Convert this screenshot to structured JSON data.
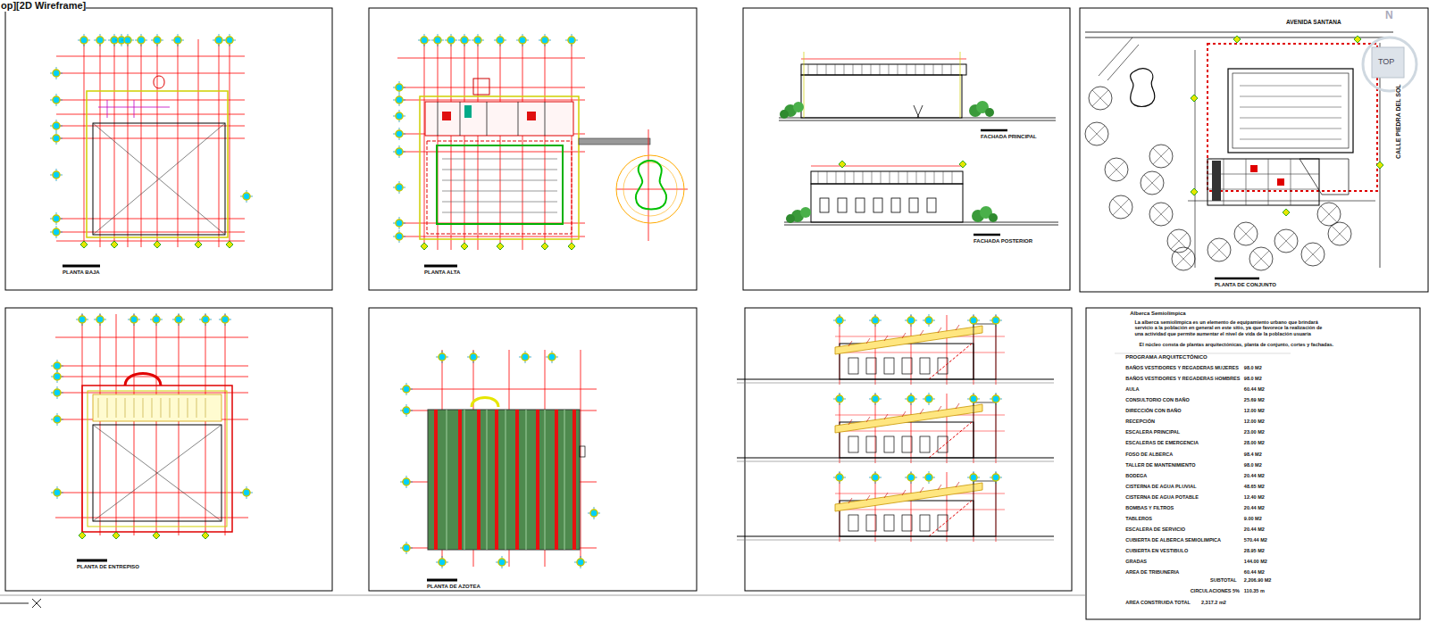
{
  "diagram": {
    "labels": [
      "op][2D Wireframe]",
      "AVENIDA SANTANA",
      "CALLE PIEDRA DEL SOL",
      "N",
      "TOP",
      "PLANTA BAJA",
      "PLANTA ALTA",
      "FACHADA PRINCIPAL",
      "FACHADA POSTERIOR",
      "PLANTA DE CONJUNTO",
      "PLANTA DE ENTREPISO",
      "PLANTA DE AZOTEA",
      "Alberca Semiolímpica",
      "La alberca semiolímpica es un elemento de equipamiento urbano que brindará servicio a la población en general en este sitio, ya que favorece la realización de una actividad que permite aumentar el nivel de vida de la población usuaria",
      "El núcleo consta de plantas arquitectónicas, planta de conjunto, cortes y fachadas.",
      "PROGRAMA ARQUITECTÓNICO",
      "BAÑOS VESTIDORES Y REGADERAS MUJERES",
      "98.0 M2",
      "BAÑOS VESTIDORES Y REGADERAS HOMBRES",
      "98.0 M2",
      "AULA",
      "60.44 M2",
      "CONSULTORIO CON BAÑO",
      "25.69 M2",
      "DIRECCIÓN CON BAÑO",
      "12.00 M2",
      "RECEPCIÓN",
      "12.00 M2",
      "ESCALERA PRINCIPAL",
      "23.00 M2",
      "ESCALERAS DE EMERGENCIA",
      "28.00 M2",
      "FOSO DE ALBERCA",
      "98.4 M2",
      "TALLER DE MANTENIMIENTO",
      "98.0 M2",
      "BODEGA",
      "20.44 M2",
      "CISTERNA DE AGUA PLUVIAL",
      "48.65 M2",
      "CISTERNA DE AGUA POTABLE",
      "12.40 M2",
      "BOMBAS Y FILTROS",
      "20.44 M2",
      "TABLEROS",
      "9.00 M2",
      "ESCALERA DE SERVICIO",
      "20.44 M2",
      "CUBIERTA DE ALBERCA SEMIOLIMPICA",
      "570.44 M2",
      "CUBIERTA EN VESTIBULO",
      "28.95 M2",
      "GRADAS",
      "144.00 M2",
      "AREA DE TRIBUNERIA",
      "60.44 M2",
      "SUBTOTAL",
      "2,206.90 M2",
      "CIRCULACIONES 5%",
      "110.35 m",
      "AREA CONSTRUIDA TOTAL",
      "2,317.2 m2"
    ]
  }
}
